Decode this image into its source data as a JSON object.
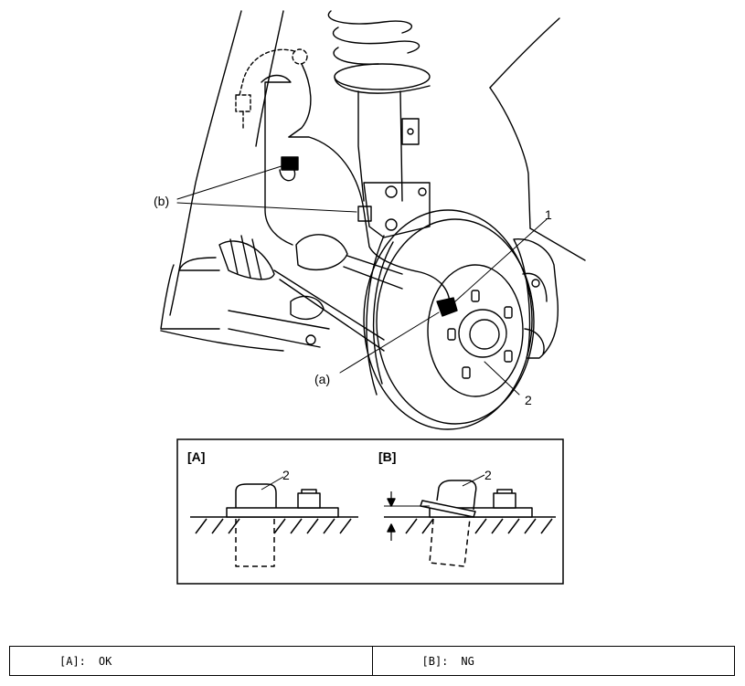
{
  "figure": {
    "callouts": {
      "b": "(b)",
      "a": "(a)",
      "one": "1",
      "two": "2"
    },
    "inset": {
      "panel_a_label": "[A]",
      "panel_b_label": "[B]",
      "panel_a_callout": "2",
      "panel_b_callout": "2"
    }
  },
  "legend": {
    "items": [
      {
        "key": "[A]:",
        "value": "OK"
      },
      {
        "key": "[B]:",
        "value": "NG"
      }
    ]
  }
}
